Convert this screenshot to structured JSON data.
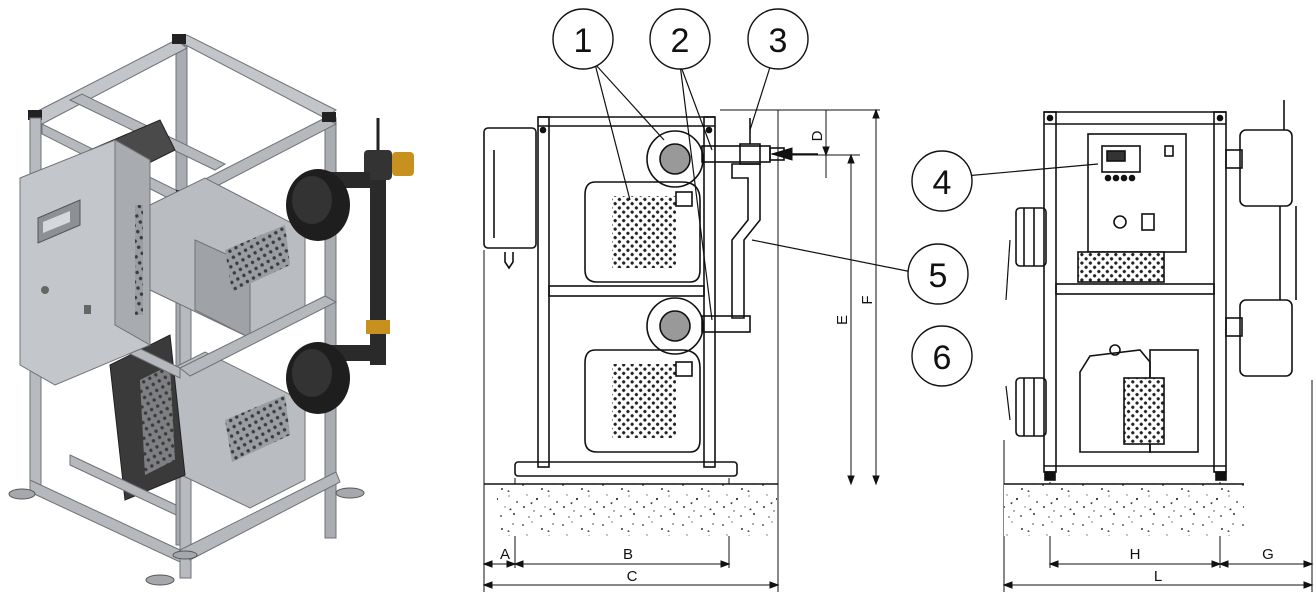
{
  "callouts": [
    "1",
    "2",
    "3",
    "4",
    "5",
    "6"
  ],
  "dimensions": {
    "a": "A",
    "b": "B",
    "c": "C",
    "d": "D",
    "e": "E",
    "f": "F",
    "g": "G",
    "h": "H",
    "l": "L"
  },
  "colors": {
    "frame": "#a9acb0",
    "frame_dark": "#6f7378",
    "cabinet": "#b8bbbf",
    "pump_body": "#4a4a4a",
    "filter": "#1e1e1e",
    "pipe": "#2a2a2a",
    "fitting": "#c8901e",
    "line": "#111111"
  }
}
